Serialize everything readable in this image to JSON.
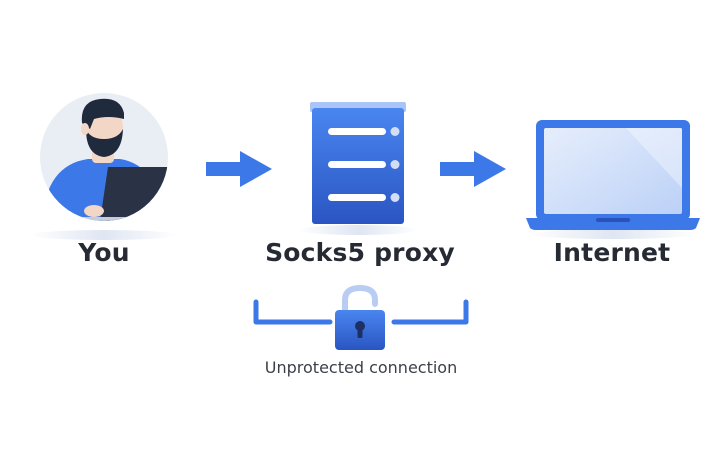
{
  "nodes": [
    {
      "id": "you",
      "label": "You",
      "icon": "user-with-laptop-icon"
    },
    {
      "id": "proxy",
      "label": "Socks5 proxy",
      "icon": "server-icon"
    },
    {
      "id": "internet",
      "label": "Internet",
      "icon": "laptop-icon"
    }
  ],
  "edges": [
    {
      "from": "you",
      "to": "proxy",
      "icon": "arrow-right-icon"
    },
    {
      "from": "proxy",
      "to": "internet",
      "icon": "arrow-right-icon"
    }
  ],
  "connection": {
    "label": "Unprotected connection",
    "icon": "unlocked-padlock-icon"
  },
  "colors": {
    "primary_blue": "#3c78e8",
    "dark_blue": "#2a52b8",
    "text_dark": "#262a33"
  }
}
